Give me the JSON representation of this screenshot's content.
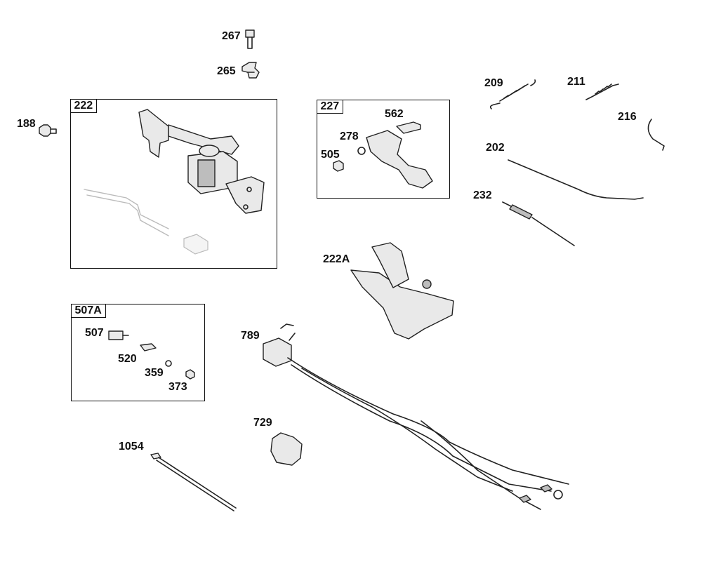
{
  "boxes": {
    "box_222": "222",
    "box_227": "227",
    "box_507A": "507A"
  },
  "labels": {
    "p267": "267",
    "p265": "265",
    "p188": "188",
    "p209": "209",
    "p211": "211",
    "p216": "216",
    "p562": "562",
    "p278": "278",
    "p505": "505",
    "p202": "202",
    "p232": "232",
    "p222A": "222A",
    "p789": "789",
    "p507": "507",
    "p520": "520",
    "p359": "359",
    "p373": "373",
    "p729": "729",
    "p1054": "1054"
  }
}
